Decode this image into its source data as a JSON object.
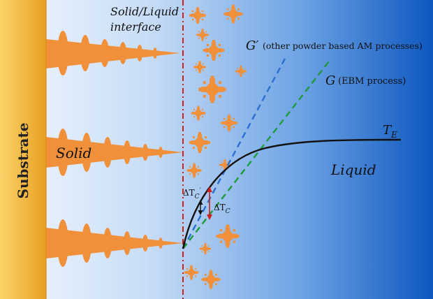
{
  "labels": {
    "substrate": "Substrate",
    "interface_line1": "Solid/Liquid",
    "interface_line2": "interface",
    "solid": "Solid",
    "liquid": "Liquid",
    "g_prime_symbol": "G′",
    "g_prime_desc": "(other powder based AM processes)",
    "g_symbol": "G",
    "g_desc": "(EBM process)",
    "te_main": "T",
    "te_sub": "E",
    "dtc_prime_main": "ΔT",
    "dtc_prime_sub": "C",
    "dtc_prime_mark": "′",
    "dtc_main": "ΔT",
    "dtc_sub": "C"
  },
  "colors": {
    "substrate_light": "#f2c14e",
    "substrate_dark": "#e8a020",
    "dendrite": "#f0903a",
    "interface_line": "#cc1f1f",
    "g_prime_line": "#2a6fd0",
    "g_line": "#1f9a3c",
    "te_curve": "#111111",
    "arrow_red": "#cc1f1f",
    "bg_left": "#f4f8ff",
    "bg_right": "#0d57bf"
  }
}
